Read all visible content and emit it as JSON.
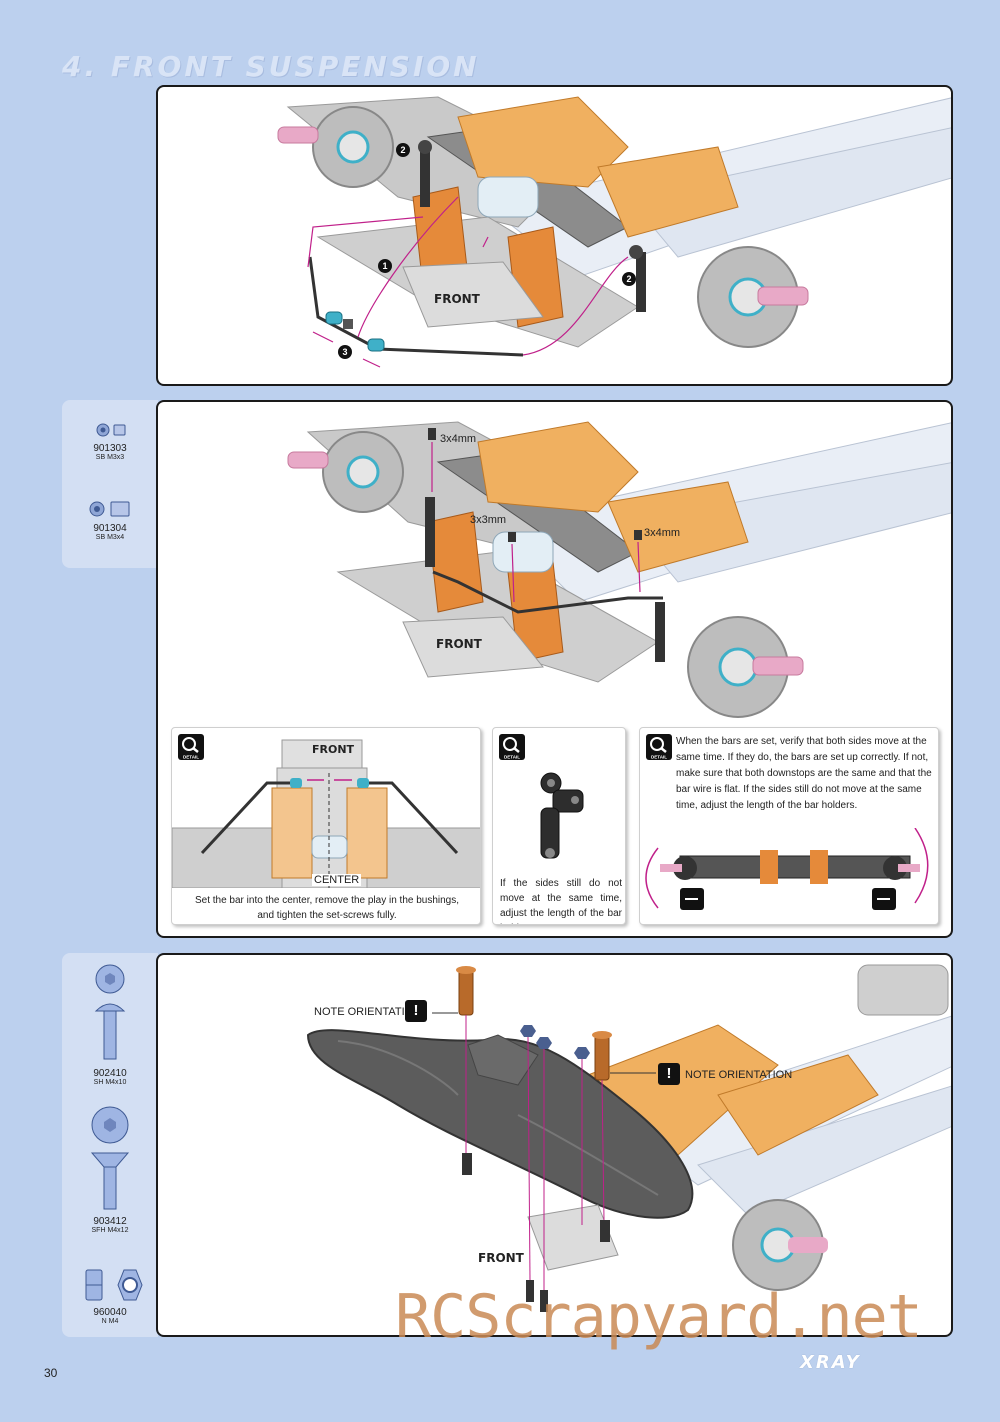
{
  "section": {
    "title": "4. FRONT SUSPENSION"
  },
  "step1": {
    "front_label": "FRONT",
    "callouts": [
      {
        "num": "2"
      },
      {
        "num": "1"
      },
      {
        "num": "2"
      },
      {
        "num": "3"
      }
    ]
  },
  "step2": {
    "parts": [
      {
        "code": "901303",
        "desc": "SB M3x3"
      },
      {
        "code": "901304",
        "desc": "SB M3x4"
      }
    ],
    "screw_labels": [
      "3x4mm",
      "3x3mm",
      "3x4mm"
    ],
    "front_label": "FRONT",
    "detail_label": "DETAIL",
    "detail1": {
      "front_label": "FRONT",
      "center_label": "CENTER",
      "caption": "Set the bar into the center, remove the play in the bushings, and tighten the set-screws fully."
    },
    "detail2": {
      "caption": "If the sides still do not move at the same time, adjust the length of the bar holders."
    },
    "detail3": {
      "caption": "When the bars are set, verify that both sides move at the same time. If they do, the bars are set up correctly. If not, make sure that both downstops are the same and that the bar wire is flat. If the sides still do not move at the same time, adjust the length of the bar holders."
    }
  },
  "step3": {
    "parts": [
      {
        "code": "902410",
        "desc": "SH M4x10"
      },
      {
        "code": "903412",
        "desc": "SFH M4x12"
      },
      {
        "code": "960040",
        "desc": "N M4"
      }
    ],
    "note_left": "NOTE ORIENTATION",
    "note_right": "NOTE ORIENTATION",
    "front_label": "FRONT"
  },
  "footer": {
    "page_number": "30",
    "brand": "XRAY",
    "watermark": "RCScrapyard.net"
  },
  "colors": {
    "page_bg": "#bcd0ee",
    "orange_part": "#e58a3a",
    "magenta_guide": "#c0208a",
    "cyan_bushing": "#3fb0c8"
  }
}
